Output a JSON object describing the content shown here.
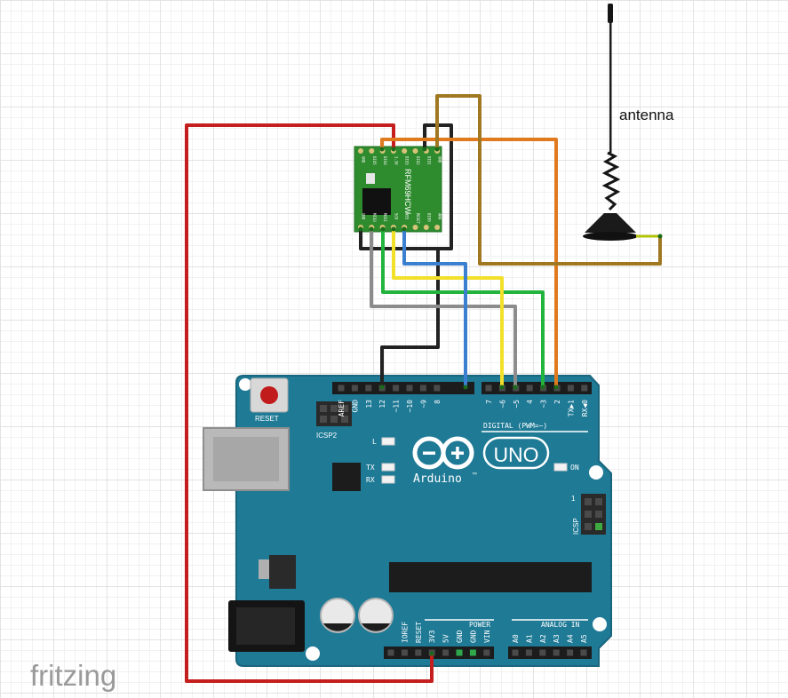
{
  "labels": {
    "antenna": "antenna",
    "module": "RFM69HCW",
    "reset": "RESET",
    "icsp2": "ICSP2",
    "icsp": "ICSP",
    "icsp_pin1": "1",
    "digital": "DIGITAL (PWM=~)",
    "on": "ON",
    "led_l": "L",
    "led_tx": "TX",
    "led_rx": "RX",
    "uno": "UNO",
    "arduino": "Arduino",
    "trademark": "™",
    "power": "POWER",
    "analog_in": "ANALOG IN",
    "watermark": "fritzing"
  },
  "digital_pins": [
    "AREF",
    "GND",
    "13",
    "12",
    "~11",
    "~10",
    "~9",
    "8",
    "7",
    "~6",
    "~5",
    "4",
    "~3",
    "2",
    "TX▶1",
    "RX◀0"
  ],
  "power_pins": [
    "IOREF",
    "RESET",
    "3V3",
    "5V",
    "GND",
    "GND",
    "VIN"
  ],
  "analog_pins": [
    "A0",
    "A1",
    "A2",
    "A3",
    "A4",
    "A5"
  ],
  "module_top_pins": [
    "GND",
    "DIO5",
    "DIO4",
    "3.3V",
    "DIO3",
    "DIO2",
    "DIO1",
    "GND"
  ],
  "module_bottom_pins": [
    "GND",
    "MISO",
    "MOSI",
    "SCK",
    "NSS",
    "RESET",
    "DIO0",
    "ANA"
  ],
  "colors": {
    "board": "#1f7a96",
    "board_edge": "#19657c",
    "module_pcb": "#2e8b2e",
    "wire_red": "#c41e1e",
    "wire_black": "#222222",
    "wire_orange": "#e07a1f",
    "wire_olive": "#a07822",
    "wire_blue": "#3a7fd0",
    "wire_yellow": "#f2e02a",
    "wire_green": "#22b43c",
    "wire_gray": "#8c8c8c"
  }
}
